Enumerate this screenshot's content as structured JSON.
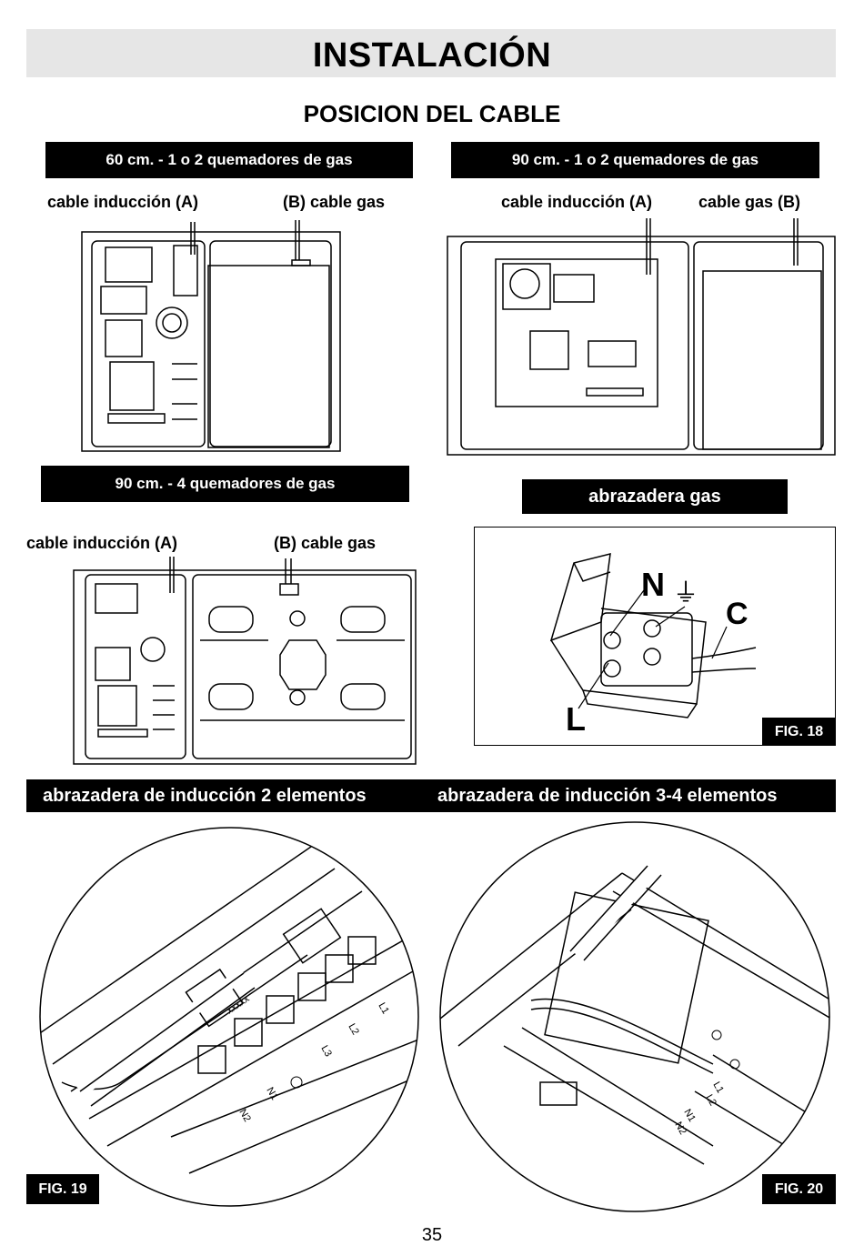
{
  "page": {
    "title": "INSTALACIÓN",
    "subtitle": "POSICION DEL CABLE",
    "page_number": "35"
  },
  "sections": {
    "s60": {
      "header": "60 cm.  -  1 o 2 quemadores de gas",
      "label_a": "cable inducción (A)",
      "label_b": "(B) cable gas"
    },
    "s90_12": {
      "header": "90 cm.  -  1 o 2 quemadores de gas",
      "label_a": "cable inducción (A)",
      "label_b": "cable gas (B)"
    },
    "s90_4": {
      "header": "90 cm.  -  4 quemadores de gas",
      "label_a": "cable inducción (A)",
      "label_b": "(B) cable gas"
    },
    "gas_clamp": {
      "header": "abrazadera gas",
      "fig": "FIG. 18",
      "letter_n": "N",
      "letter_c": "C",
      "letter_l": "L",
      "earth_symbol": "⏚"
    },
    "induction": {
      "header_left": "abrazadera de inducción 2 elementos",
      "header_right": "abrazadera de inducción 3-4 elementos",
      "fig_left": "FIG. 19",
      "fig_right": "FIG. 20",
      "terminals_left": [
        "L1",
        "L2",
        "L3",
        "N1",
        "N2"
      ],
      "terminals_right": [
        "L1",
        "L2",
        "N1",
        "N2"
      ],
      "part_code": "xxxxx"
    }
  },
  "colors": {
    "header_bg": "#000000",
    "title_band": "#e6e6e6",
    "text": "#000000"
  }
}
